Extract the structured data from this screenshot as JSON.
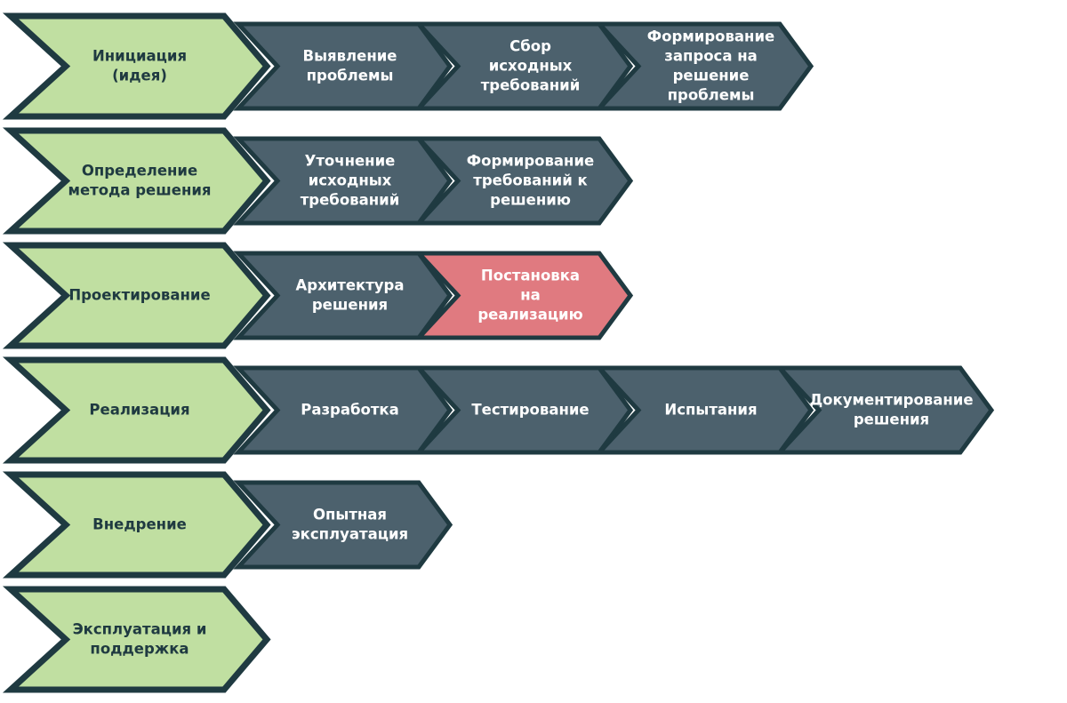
{
  "colors": {
    "phase_fill": "#c0dfa1",
    "phase_stroke": "#1f3a41",
    "phase_text": "#1f3a41",
    "step_fill": "#4c616d",
    "step_stroke": "#1f3a41",
    "step_text": "#ffffff",
    "highlight_fill": "#e07a80"
  },
  "phases": [
    {
      "lines": [
        "Инициация",
        "(идея)"
      ],
      "steps": [
        {
          "lines": [
            "Выявление",
            "проблемы"
          ]
        },
        {
          "lines": [
            "Сбор",
            "исходных",
            "требований"
          ]
        },
        {
          "lines": [
            "Формирование",
            "запроса на",
            "решение",
            "проблемы"
          ]
        }
      ]
    },
    {
      "lines": [
        "Определение",
        "метода решения"
      ],
      "steps": [
        {
          "lines": [
            "Уточнение",
            "исходных",
            "требований"
          ]
        },
        {
          "lines": [
            "Формирование",
            "требований к",
            "решению"
          ]
        }
      ]
    },
    {
      "lines": [
        "Проектирование"
      ],
      "steps": [
        {
          "lines": [
            "Архитектура",
            "решения"
          ]
        },
        {
          "lines": [
            "Постановка",
            "на",
            "реализацию"
          ],
          "highlight": true
        }
      ]
    },
    {
      "lines": [
        "Реализация"
      ],
      "steps": [
        {
          "lines": [
            "Разработка"
          ]
        },
        {
          "lines": [
            "Тестирование"
          ]
        },
        {
          "lines": [
            "Испытания"
          ]
        },
        {
          "lines": [
            "Документирование",
            "решения"
          ]
        }
      ]
    },
    {
      "lines": [
        "Внедрение"
      ],
      "steps": [
        {
          "lines": [
            "Опытная",
            "эксплуатация"
          ]
        }
      ]
    },
    {
      "lines": [
        "Эксплуатация и",
        "поддержка"
      ],
      "steps": []
    }
  ]
}
